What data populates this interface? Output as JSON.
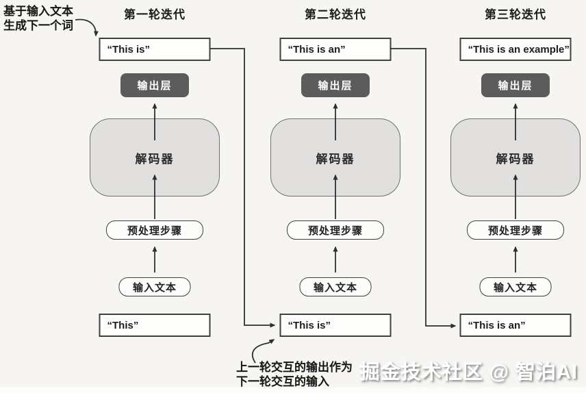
{
  "columns": [
    {
      "header": "第一轮迭代",
      "generated_text": "“This is”",
      "output_layer": "输出层",
      "decoder": "解码器",
      "preprocess": "预处理步骤",
      "input_box": "输入文本",
      "input_text": "“This”"
    },
    {
      "header": "第二轮迭代",
      "generated_text": "“This is an”",
      "output_layer": "输出层",
      "decoder": "解码器",
      "preprocess": "预处理步骤",
      "input_box": "输入文本",
      "input_text": "“This is”"
    },
    {
      "header": "第三轮迭代",
      "generated_text": "“This is an example”",
      "output_layer": "输出层",
      "decoder": "解码器",
      "preprocess": "预处理步骤",
      "input_box": "输入文本",
      "input_text": "“This is an”"
    }
  ],
  "annotations": {
    "top_left_line1": "基于输入文本",
    "top_left_line2": "生成下一个词",
    "bottom_line1": "上一轮交互的输出作为",
    "bottom_line2": "下一轮交互的输入"
  },
  "watermark": {
    "text": "掘金技术社区 @ 智泊AI"
  },
  "colors": {
    "background": "#f6f5f2",
    "box_border": "#3f3f3f",
    "decoder_fill": "#e1e0de",
    "decoder_border": "#6f6f6f",
    "output_layer_fill": "#5d5c5c",
    "output_layer_text": "#ffffff",
    "arrow": "#2e2e2e",
    "watermark_text": "#ffffff"
  }
}
